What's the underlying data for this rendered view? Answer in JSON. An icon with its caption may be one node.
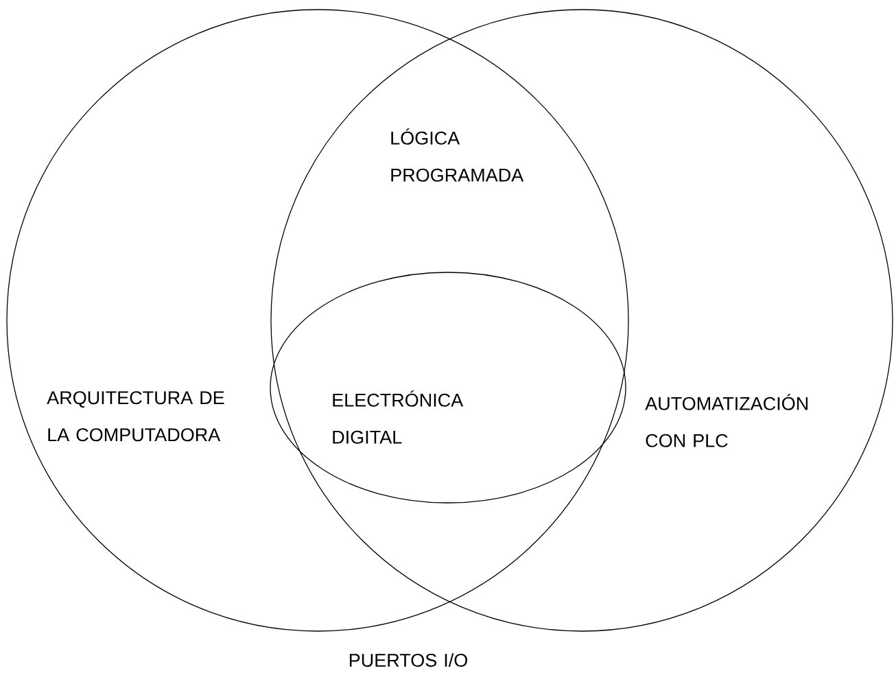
{
  "diagram": {
    "nodes": [
      {
        "text": [
          "ARQUITECTURA DE LA COMPUTADORA"
        ]
      },
      {
        "text": [
          "AUTOMATIZACIÓN CON PLC"
        ]
      },
      {
        "text": [
          "ELECTRÓNICA DIGITAL"
        ]
      }
    ],
    "labels": [
      "LÓGICA PROGRAMADA",
      "PUERTOS I/O"
    ]
  }
}
